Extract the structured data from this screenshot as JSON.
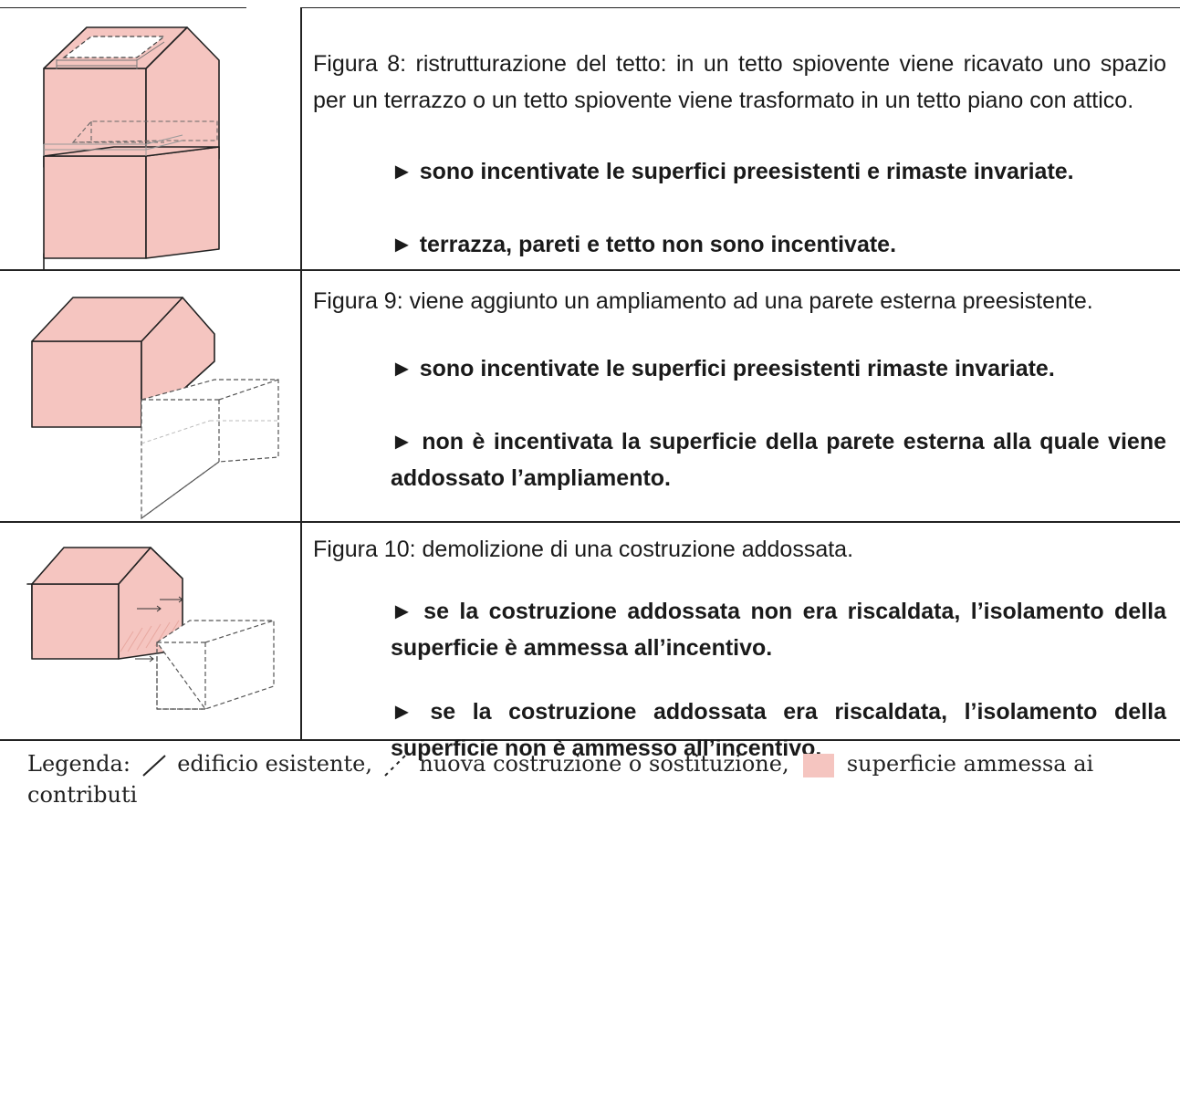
{
  "rows": [
    {
      "caption": "Figura 8: ristrutturazione del tetto: in un tetto spiovente viene ricavato uno spazio per un terrazzo o un tetto spiovente viene trasformato in un tetto piano con attico.",
      "bullets": [
        "► sono incentivate le superfici preesistenti e rimaste invariate.",
        "► terrazza, pareti e tetto non sono incentivate."
      ]
    },
    {
      "caption": "Figura 9: viene aggiunto un ampliamento ad una parete esterna preesistente.",
      "bullets": [
        "► sono incentivate le superfici preesistenti rimaste invariate.",
        "► non è incentivata la superficie della parete esterna alla quale viene addossato l’ampliamento."
      ]
    },
    {
      "caption": "Figura 10: demolizione di una costruzione addossata.",
      "bullets": [
        "► se la costruzione addossata non era riscaldata, l’isolamento della superficie è ammessa all’incentivo.",
        "► se la costruzione addossata era riscaldata, l’isolamento della superficie non è ammesso all’incentivo."
      ]
    }
  ],
  "legend": {
    "prefix": "Legenda:",
    "existing": "edificio esistente,",
    "new": "nuova costruzione o sostituzione,",
    "eligible": "superficie ammessa ai contributi"
  },
  "colors": {
    "eligible_fill": "#f5c5c0",
    "line": "#222222"
  }
}
